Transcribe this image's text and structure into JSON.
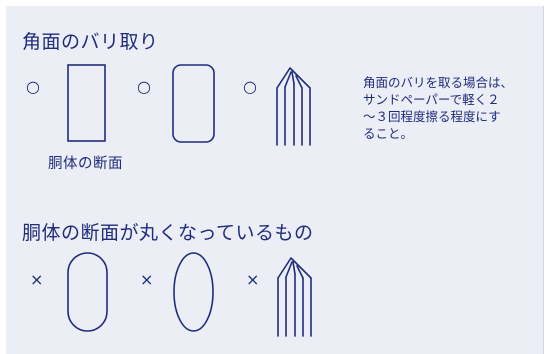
{
  "section1": {
    "title": "角面のバリ取り",
    "ok_mark": "○",
    "caption": "胴体の断面",
    "note": "角面のバリを取る場合は、\nサンドペーパーで軽く２\n～３回程度擦る程度にす\nること。"
  },
  "section2": {
    "title": "胴体の断面が丸くなっているもの",
    "ng_mark": "×"
  },
  "colors": {
    "line": "#1f2c7c",
    "background": "#eceef6"
  }
}
